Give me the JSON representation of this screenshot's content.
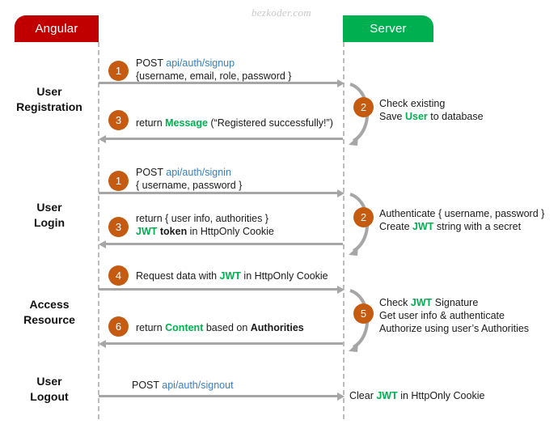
{
  "watermark": "bezkoder.com",
  "actors": {
    "client": {
      "label": "Angular",
      "color": "#c00000"
    },
    "server": {
      "label": "Server",
      "color": "#00b050"
    }
  },
  "sections": [
    {
      "id": "user-registration",
      "line1": "User",
      "line2": "Registration"
    },
    {
      "id": "user-login",
      "line1": "User",
      "line2": "Login"
    },
    {
      "id": "access-resource",
      "line1": "Access",
      "line2": "Resource"
    },
    {
      "id": "user-logout",
      "line1": "User",
      "line2": "Logout"
    }
  ],
  "messages": {
    "signup_request": {
      "badge": "1",
      "line1_plain": "POST ",
      "line1_url": "api/auth/signup",
      "line2": "{username, email, role, password }"
    },
    "signup_response": {
      "badge": "3",
      "pre": "return ",
      "green": "Message",
      "post": " (“Registered successfully!”)"
    },
    "signin_request": {
      "badge": "1",
      "line1_plain": "POST ",
      "line1_url": "api/auth/signin",
      "line2": "{ username, password }"
    },
    "signin_response": {
      "badge": "3",
      "line1": "return { user info, authorities }",
      "line2_green": "JWT",
      "line2_bold": " token",
      "line2_post": " in HttpOnly Cookie"
    },
    "resource_request": {
      "badge": "4",
      "pre": "Request data with ",
      "green": "JWT",
      "post": " in HttpOnly Cookie"
    },
    "resource_response": {
      "badge": "6",
      "pre": "return ",
      "green": "Content",
      "mid": " based on ",
      "bold": "Authorities"
    },
    "signout_request": {
      "badge": "",
      "line1_plain": "POST ",
      "line1_url": "api/auth/signout"
    }
  },
  "server_actions": {
    "registration": {
      "badge": "2",
      "line1": "Check existing",
      "line2_pre": "Save ",
      "line2_green": "User",
      "line2_post": " to database"
    },
    "login": {
      "badge": "2",
      "line1": "Authenticate { username, password }",
      "line2_pre": "Create ",
      "line2_green": "JWT",
      "line2_post": " string with a secret"
    },
    "resource": {
      "badge": "5",
      "line1_pre": "Check ",
      "line1_green": "JWT",
      "line1_post": " Signature",
      "line2": "Get user info & authenticate",
      "line3": "Authorize using user’s Authorities"
    },
    "logout": {
      "pre": "Clear ",
      "green": "JWT",
      "post": " in HttpOnly Cookie"
    }
  }
}
